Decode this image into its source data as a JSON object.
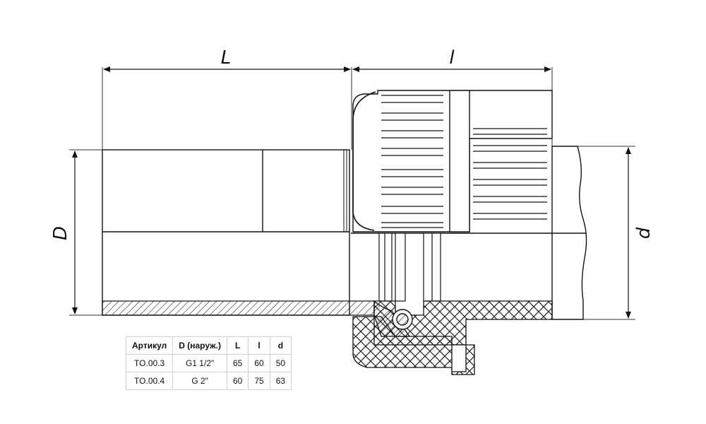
{
  "dimensions": {
    "L": "L",
    "l": "l",
    "D": "D",
    "d": "d"
  },
  "spec_table": {
    "headers": [
      "Артикул",
      "D (наруж.)",
      "L",
      "l",
      "d"
    ],
    "rows": [
      [
        "TO.00.3",
        "G1 1/2\"",
        "65",
        "60",
        "50"
      ],
      [
        "TO.00.4",
        "G 2\"",
        "60",
        "75",
        "63"
      ]
    ]
  }
}
